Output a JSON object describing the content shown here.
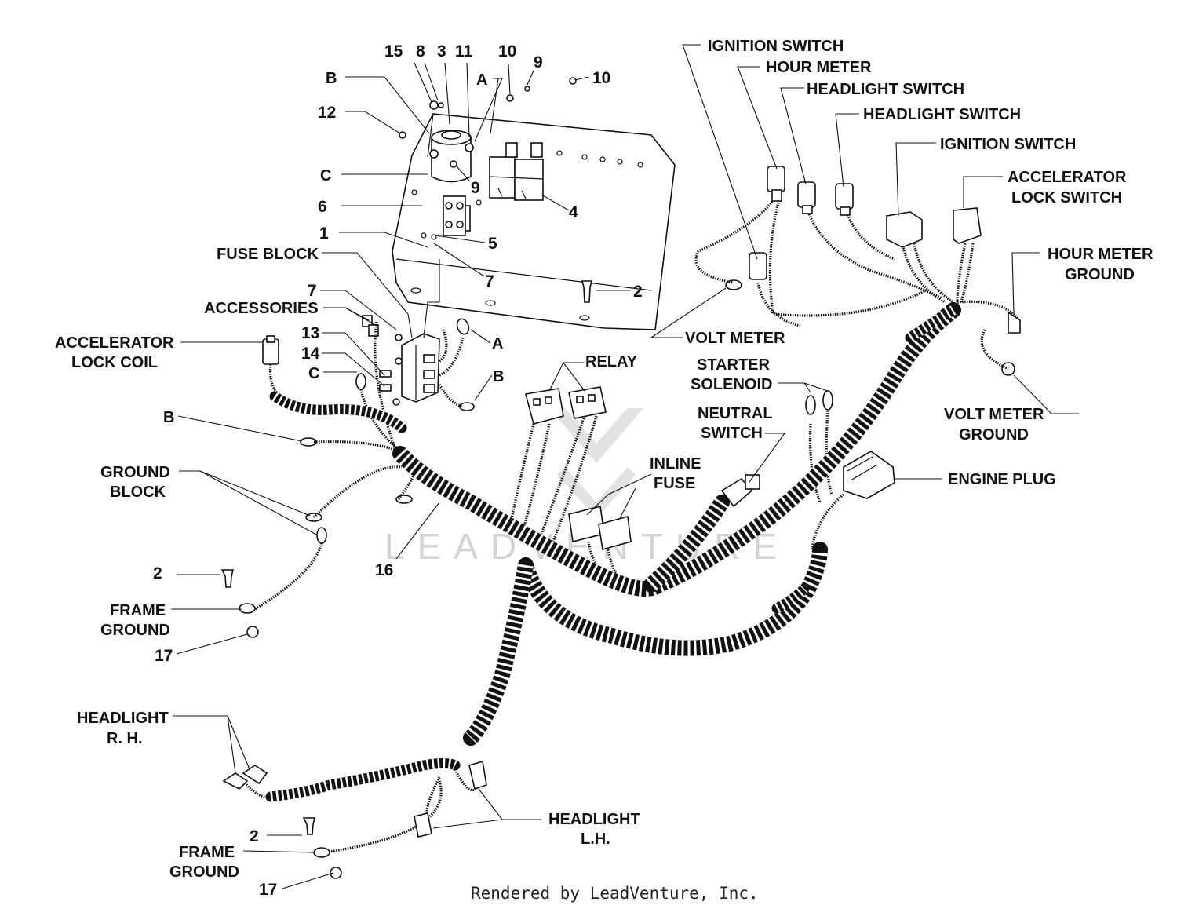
{
  "labels": {
    "b_top": "B",
    "n15": "15",
    "n8": "8",
    "n3": "3",
    "n11": "11",
    "n10a": "10",
    "n9a": "9",
    "n10b": "10",
    "a_top": "A",
    "n12": "12",
    "c_top": "C",
    "n9b": "9",
    "n6": "6",
    "n4": "4",
    "n1": "1",
    "n5": "5",
    "n7a": "7",
    "fuse_block": "FUSE BLOCK",
    "n7b": "7",
    "accessories": "ACCESSORIES",
    "n2a": "2",
    "accel_lock_coil_1": "ACCELERATOR",
    "accel_lock_coil_2": "LOCK COIL",
    "n13": "13",
    "a_mid": "A",
    "n14": "14",
    "c_mid": "C",
    "b_mid": "B",
    "b_left": "B",
    "ground_block_1": "GROUND",
    "ground_block_2": "BLOCK",
    "n2b": "2",
    "n16": "16",
    "frame_ground1_1": "FRAME",
    "frame_ground1_2": "GROUND",
    "n17a": "17",
    "headlight_rh_1": "HEADLIGHT",
    "headlight_rh_2": "R. H.",
    "n2c": "2",
    "frame_ground2_1": "FRAME",
    "frame_ground2_2": "GROUND",
    "n17b": "17",
    "headlight_lh_1": "HEADLIGHT",
    "headlight_lh_2": "L.H.",
    "ignition_switch_1": "IGNITION SWITCH",
    "hour_meter": "HOUR METER",
    "headlight_switch_1": "HEADLIGHT SWITCH",
    "headlight_switch_2": "HEADLIGHT SWITCH",
    "ignition_switch_2": "IGNITION SWITCH",
    "accel_lock_switch_1": "ACCELERATOR",
    "accel_lock_switch_2": "LOCK SWITCH",
    "hour_meter_ground_1": "HOUR METER",
    "hour_meter_ground_2": "GROUND",
    "volt_meter": "VOLT METER",
    "relay": "RELAY",
    "starter_solenoid_1": "STARTER",
    "starter_solenoid_2": "SOLENOID",
    "neutral_switch_1": "NEUTRAL",
    "neutral_switch_2": "SWITCH",
    "volt_meter_ground_1": "VOLT METER",
    "volt_meter_ground_2": "GROUND",
    "inline_fuse_1": "INLINE",
    "inline_fuse_2": "FUSE",
    "engine_plug": "ENGINE PLUG"
  },
  "watermark": "LEADVENTURE",
  "footer": "Rendered by LeadVenture, Inc."
}
